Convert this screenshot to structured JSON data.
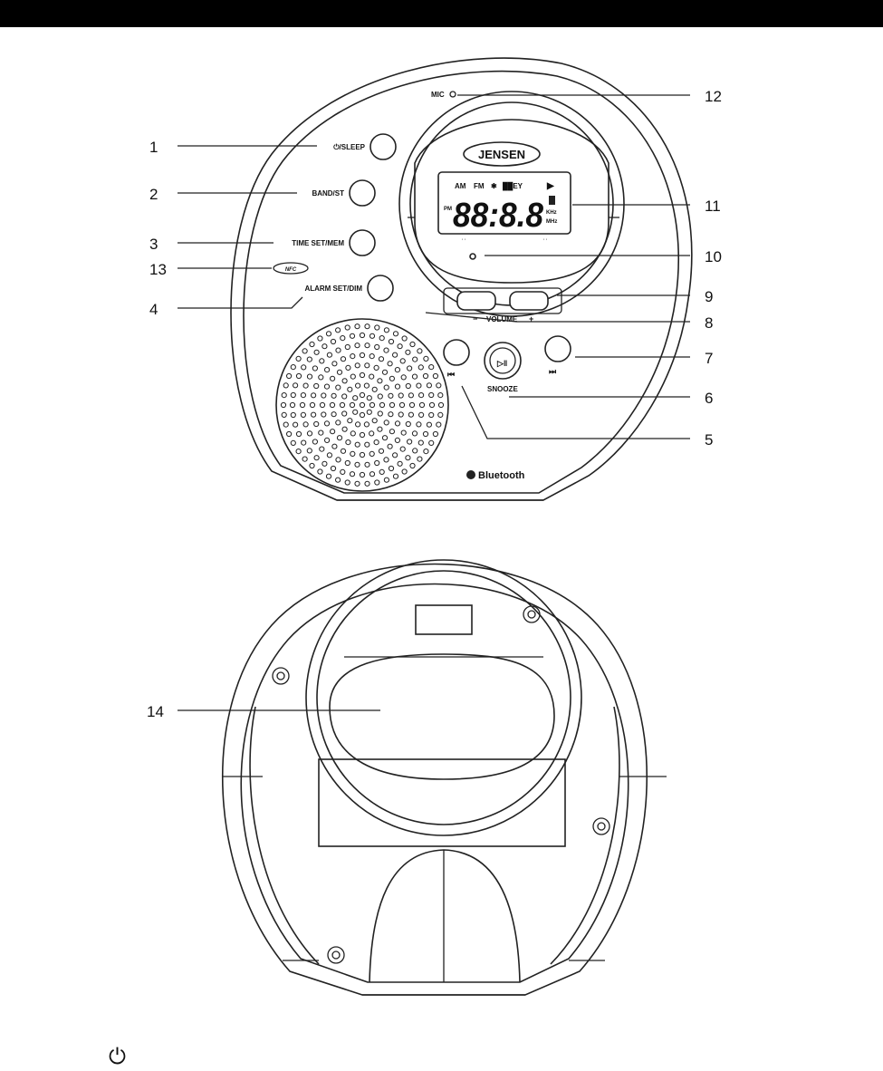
{
  "callouts": {
    "c1": "1",
    "c2": "2",
    "c3": "3",
    "c4": "4",
    "c5": "5",
    "c6": "6",
    "c7": "7",
    "c8": "8",
    "c9": "9",
    "c10": "10",
    "c11": "11",
    "c12": "12",
    "c13": "13",
    "c14": "14"
  },
  "front_labels": {
    "sleep": "⏻/SLEEP",
    "band": "BAND/ST",
    "time_set": "TIME SET/MEM",
    "nfc": "NFC",
    "alarm_set": "ALARM SET/DIM",
    "mic": "MIC",
    "brand": "JENSEN",
    "volume": "VOLUME",
    "vol_minus": "−",
    "vol_plus": "+",
    "snooze": "SNOOZE",
    "prev": "⏮",
    "next": "⏭",
    "play": "▷‖",
    "bluetooth": "Bluetooth"
  },
  "lcd": {
    "am": "AM",
    "fm": "FM",
    "bt": "✱",
    "badge": "██EY",
    "play": "▶",
    "pm": "PM",
    "digits": "88:8.8",
    "khz": "KHz",
    "mhz": "MHz"
  },
  "icons": {
    "power": "⏻"
  }
}
